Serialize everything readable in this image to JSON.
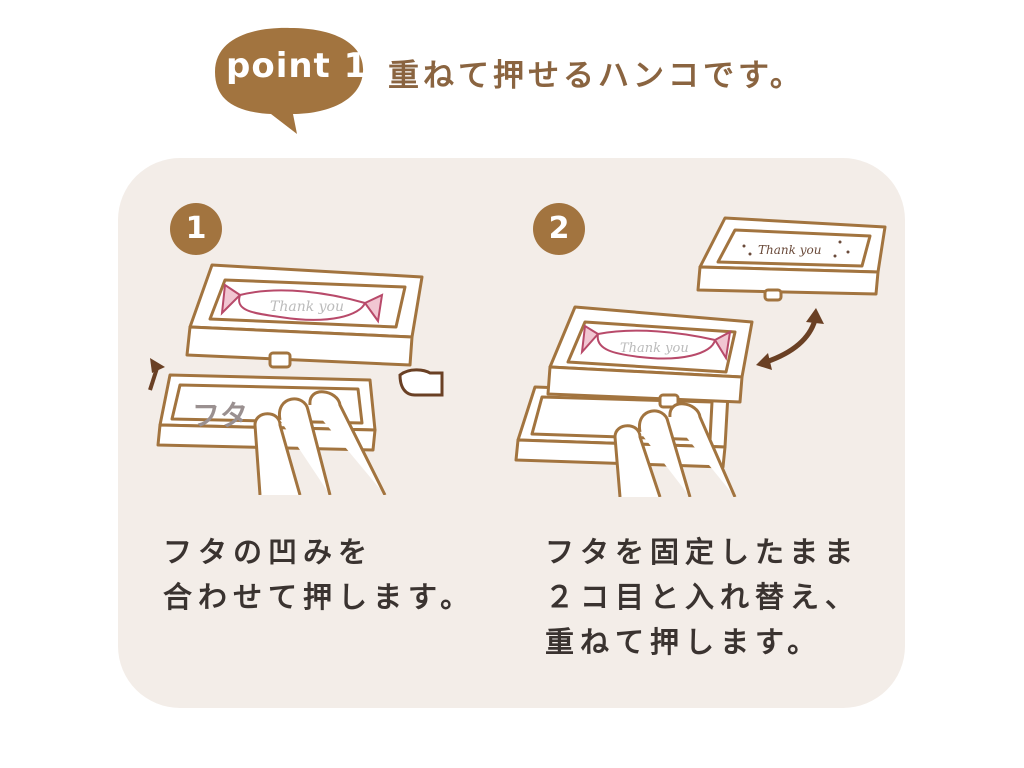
{
  "header": {
    "badge_label": "point 1",
    "title": "重ねて押せるハンコです。"
  },
  "colors": {
    "brand_brown": "#a2743f",
    "panel_bg": "#f3ede8",
    "text": "#3a3330",
    "stamp_pink": "#b84a6a"
  },
  "steps": [
    {
      "number": "1",
      "lid_label": "フタ",
      "stamp_text": "Thank you",
      "lines": [
        "フタの凹みを",
        "合わせて押します。"
      ]
    },
    {
      "number": "2",
      "stamp_text": "Thank you",
      "lines": [
        "フタを固定したまま",
        "２コ目と入れ替え、",
        "重ねて押します。"
      ]
    }
  ]
}
